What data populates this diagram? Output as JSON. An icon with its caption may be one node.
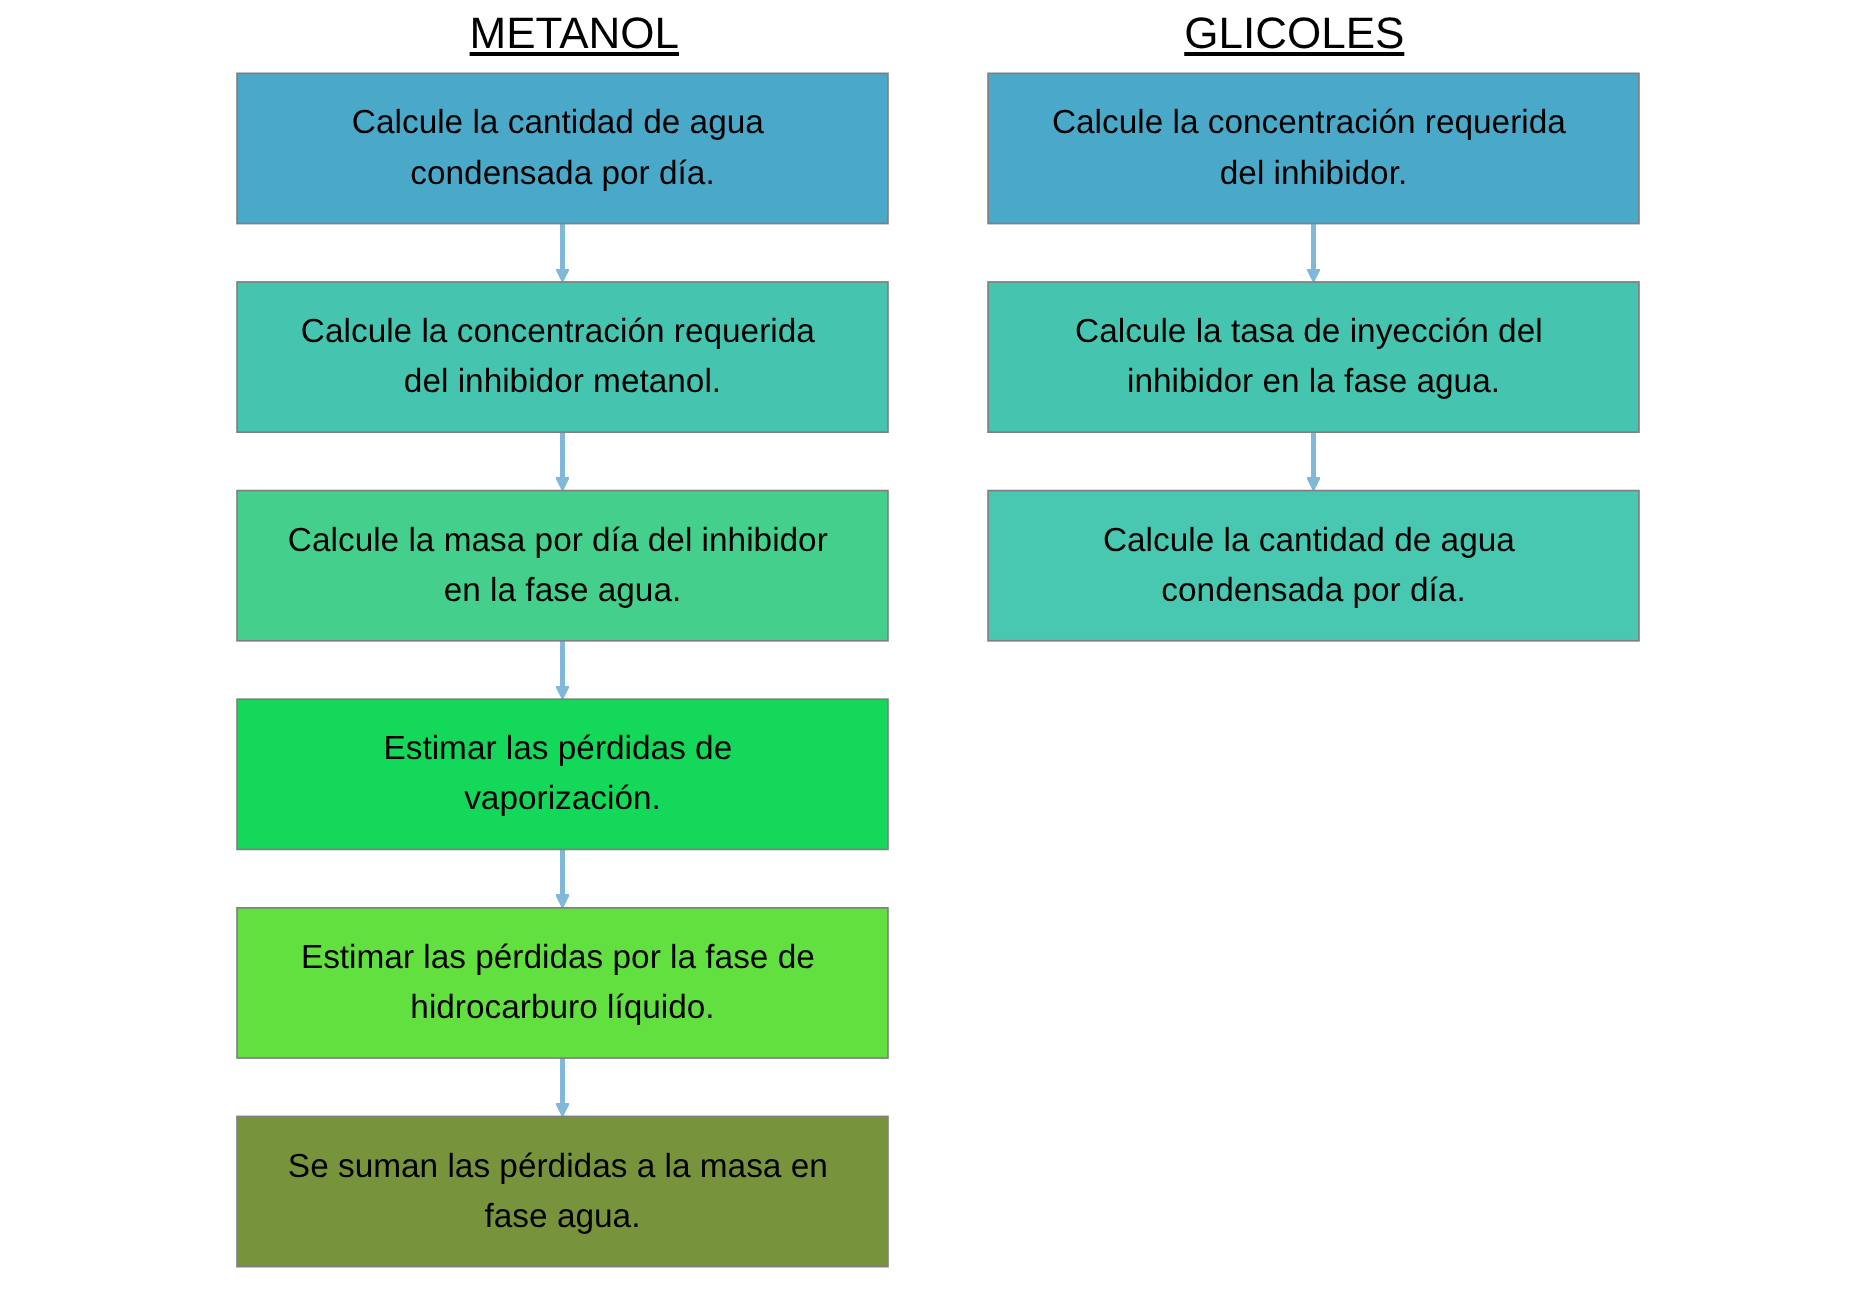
{
  "diagram": {
    "nodes": [
      {
        "text": [
          "Calcule la cantidad de agua condensada por día."
        ]
      },
      {
        "text": [
          "Calcule la concentración requerida del inhibidor metanol."
        ]
      },
      {
        "text": [
          "Calcule la masa por día del inhibidor en la fase agua."
        ]
      },
      {
        "text": [
          "Estimar las pérdidas de vaporización."
        ]
      },
      {
        "text": [
          "Estimar las pérdidas por la fase de hidrocarburo líquido."
        ]
      },
      {
        "text": [
          "Se suman las pérdidas a la masa en fase agua."
        ]
      },
      {
        "text": [
          "Calcule la concentración requerida del inhibidor."
        ]
      },
      {
        "text": [
          "Calcule la tasa de inyección del inhibidor en la fase agua."
        ]
      },
      {
        "text": [
          "Calcule la cantidad de agua condensada por día."
        ]
      }
    ],
    "edges": [
      {
        "from": 0,
        "to": 1,
        "arrow": "to"
      },
      {
        "from": 1,
        "to": 2,
        "arrow": "to"
      },
      {
        "from": 2,
        "to": 3,
        "arrow": "to"
      },
      {
        "from": 3,
        "to": 4,
        "arrow": "to"
      },
      {
        "from": 4,
        "to": 5,
        "arrow": "to"
      },
      {
        "from": 6,
        "to": 7,
        "arrow": "to"
      },
      {
        "from": 7,
        "to": 8,
        "arrow": "to"
      }
    ],
    "labels": [
      "METANOL",
      "GLICOLES"
    ]
  }
}
